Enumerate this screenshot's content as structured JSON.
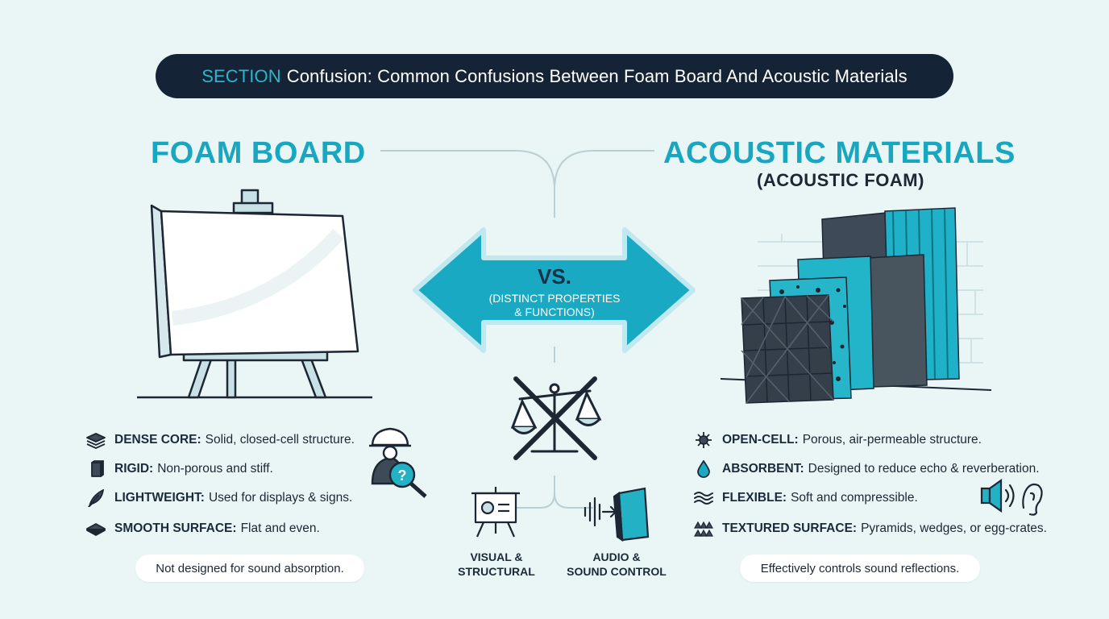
{
  "banner": {
    "tag": "SECTION",
    "title": "Confusion: Common Confusions Between Foam Board And Acoustic Materials"
  },
  "left": {
    "heading": "FOAM BOARD",
    "items": [
      {
        "icon": "layers-icon",
        "term": "DENSE CORE:",
        "desc": "Solid, closed-cell structure."
      },
      {
        "icon": "block-icon",
        "term": "RIGID:",
        "desc": "Non-porous and stiff."
      },
      {
        "icon": "feather-icon",
        "term": "LIGHTWEIGHT:",
        "desc": "Used for displays & signs."
      },
      {
        "icon": "flat-panel-icon",
        "term": "SMOOTH SURFACE:",
        "desc": "Flat and even."
      }
    ],
    "note": "Not designed for sound absorption."
  },
  "right": {
    "heading": "ACOUSTIC MATERIALS",
    "subheading": "(ACOUSTIC FOAM)",
    "items": [
      {
        "icon": "cell-network-icon",
        "term": "OPEN-CELL:",
        "desc": "Porous, air-permeable structure."
      },
      {
        "icon": "droplet-icon",
        "term": "ABSORBENT:",
        "desc": "Designed to reduce echo & reverberation."
      },
      {
        "icon": "waves-icon",
        "term": "FLEXIBLE:",
        "desc": "Soft and compressible."
      },
      {
        "icon": "pyramids-icon",
        "term": "TEXTURED SURFACE:",
        "desc": "Pyramids, wedges, or egg-crates."
      }
    ],
    "note": "Effectively controls sound reflections."
  },
  "center": {
    "vs": "VS.",
    "vs_sub_line1": "(DISTINCT PROPERTIES",
    "vs_sub_line2": "& FUNCTIONS)",
    "left_label_line1": "VISUAL &",
    "left_label_line2": "STRUCTURAL",
    "right_label_line1": "AUDIO &",
    "right_label_line2": "SOUND CONTROL"
  },
  "colors": {
    "accent": "#17a7c0",
    "banner": "#142335",
    "background": "#eaf6f6",
    "dark": "#1b2a3b"
  }
}
